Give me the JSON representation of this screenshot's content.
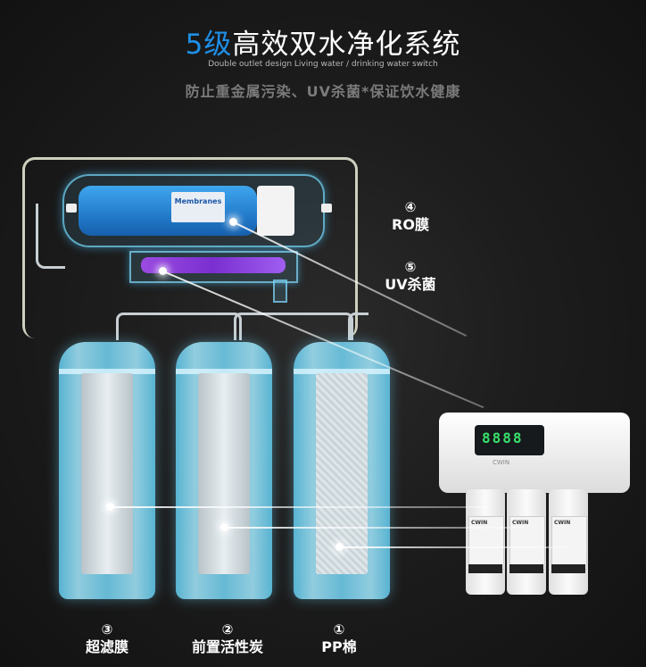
{
  "header": {
    "title_accent": "5级",
    "title_rest": "高效双水净化系统",
    "subtitle": "Double outlet design Living water / drinking water switch",
    "tagline": "防止重金属污染、UV杀菌*保证饮水健康"
  },
  "colors": {
    "accent": "#1e8fe6",
    "background": "#1a1a1a",
    "label_text": "#ffffff",
    "tagline_text": "#7b7b7b",
    "uv_lamp": "#8a3fe0",
    "ro_membrane": "#2a8ad8",
    "water_blue": "#7fd2ec",
    "display_green": "#38e06a"
  },
  "stages": [
    {
      "number": "①",
      "name": "PP棉"
    },
    {
      "number": "②",
      "name": "前置活性炭"
    },
    {
      "number": "③",
      "name": "超滤膜"
    },
    {
      "number": "④",
      "name": "RO膜"
    },
    {
      "number": "⑤",
      "name": "UV杀菌"
    }
  ],
  "ro_membrane": {
    "label": "Membranes"
  },
  "product": {
    "display_digits": "8888",
    "brand": "CWIN",
    "cartridge_brand": "CWIN",
    "cartridges": 3
  }
}
